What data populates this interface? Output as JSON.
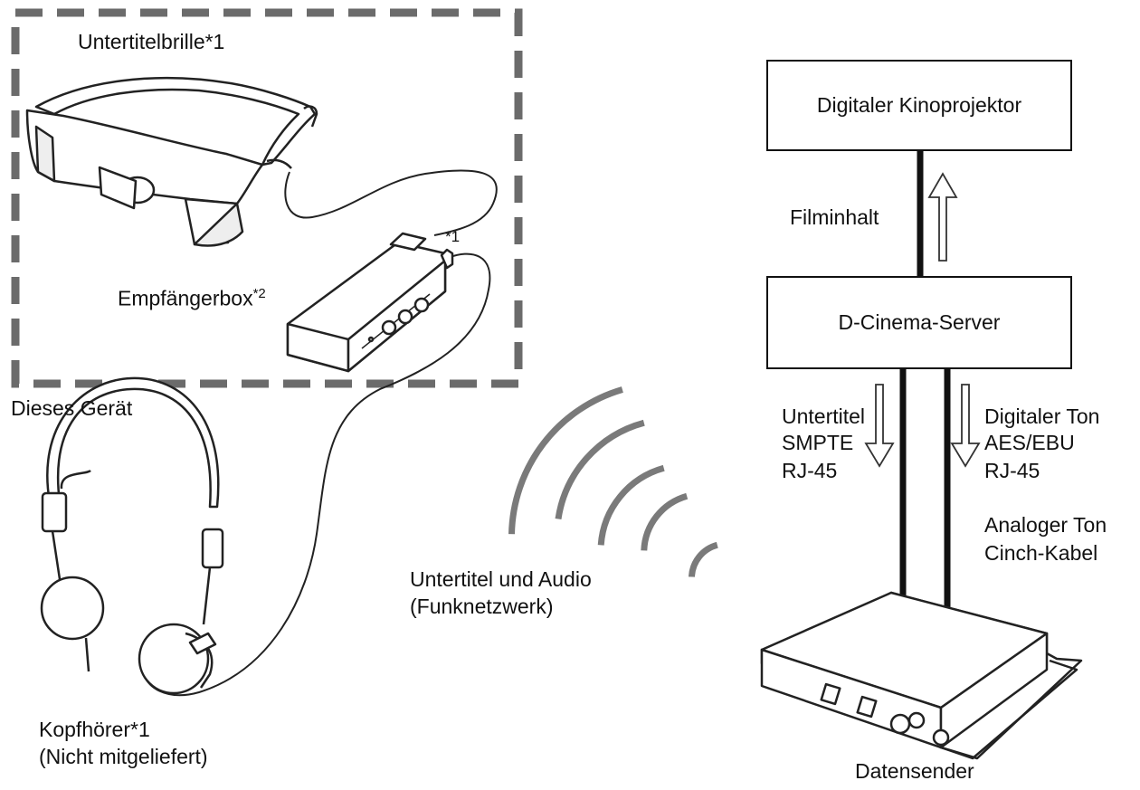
{
  "labels": {
    "glasses": "Untertitelbrille*1",
    "receiver_box": "Empfängerbox",
    "receiver_box_sup": "*2",
    "cable_note": "*1",
    "this_device": "Dieses Gerät",
    "headphones_line1": "Kopfhörer*1",
    "headphones_line2": "(Nicht mitgeliefert)",
    "wireless_line1": "Untertitel und Audio",
    "wireless_line2": "(Funknetzwerk)",
    "projector": "Digitaler Kinoprojektor",
    "film_content": "Filminhalt",
    "server": "D-Cinema-Server",
    "subtitle_line1": "Untertitel",
    "subtitle_line2": "SMPTE",
    "subtitle_line3": "RJ-45",
    "digital_audio_line1": "Digitaler Ton",
    "digital_audio_line2": "AES/EBU",
    "digital_audio_line3": "RJ-45",
    "analog_audio_line1": "Analoger Ton",
    "analog_audio_line2": "Cinch-Kabel",
    "transmitter": "Datensender"
  },
  "colors": {
    "dashed_border": "#6b6b6b",
    "waves": "#7a7a7a",
    "lines": "#111111"
  }
}
